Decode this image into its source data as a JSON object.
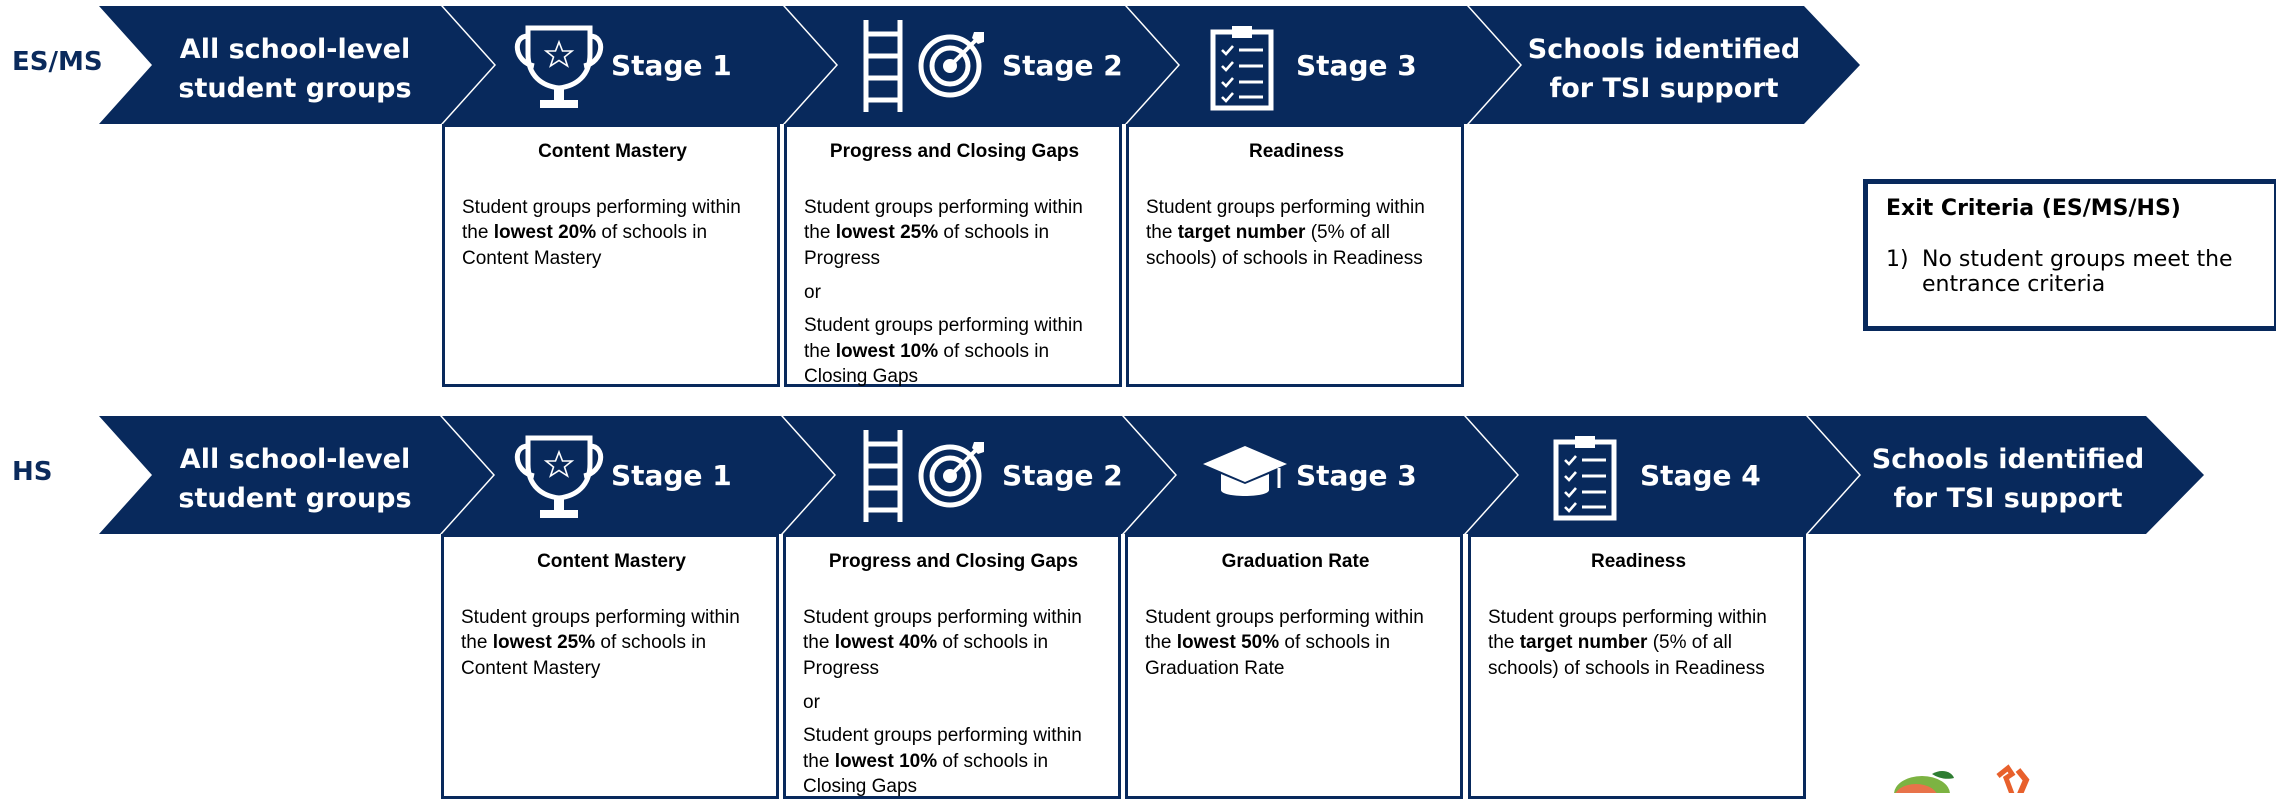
{
  "rows": [
    {
      "label": "ES/MS",
      "chevrons": [
        "All school-level\nstudent groups",
        "Stage 1",
        "Stage 2",
        "Stage 3",
        "Schools identified\nfor TSI support"
      ],
      "boxes": [
        {
          "title": "Content Mastery",
          "blocks": [
            [
              {
                "t": "Student groups performing within the "
              },
              {
                "t": "lowest 20%",
                "b": true
              },
              {
                "t": " of schools in Content Mastery"
              }
            ]
          ]
        },
        {
          "title": "Progress and Closing Gaps",
          "blocks": [
            [
              {
                "t": "Student groups performing within the "
              },
              {
                "t": "lowest 25%",
                "b": true
              },
              {
                "t": " of schools in Progress"
              }
            ],
            [
              {
                "t": "or"
              }
            ],
            [
              {
                "t": "Student groups performing within the "
              },
              {
                "t": "lowest 10%",
                "b": true
              },
              {
                "t": " of schools in Closing Gaps"
              }
            ]
          ]
        },
        {
          "title": "Readiness",
          "blocks": [
            [
              {
                "t": "Student groups performing within the "
              },
              {
                "t": "target number",
                "b": true
              },
              {
                "t": " (5% of all schools) of schools in Readiness"
              }
            ]
          ]
        }
      ]
    },
    {
      "label": "HS",
      "chevrons": [
        "All school-level\nstudent groups",
        "Stage 1",
        "Stage 2",
        "Stage 3",
        "Stage 4",
        "Schools identified\nfor TSI support"
      ],
      "boxes": [
        {
          "title": "Content Mastery",
          "blocks": [
            [
              {
                "t": "Student groups performing within the "
              },
              {
                "t": "lowest 25%",
                "b": true
              },
              {
                "t": " of schools in Content Mastery"
              }
            ]
          ]
        },
        {
          "title": "Progress and Closing Gaps",
          "blocks": [
            [
              {
                "t": "Student groups performing within the "
              },
              {
                "t": "lowest 40%",
                "b": true
              },
              {
                "t": " of schools in Progress"
              }
            ],
            [
              {
                "t": "or"
              }
            ],
            [
              {
                "t": "Student groups performing within the "
              },
              {
                "t": "lowest 10%",
                "b": true
              },
              {
                "t": " of schools in Closing Gaps"
              }
            ]
          ]
        },
        {
          "title": "Graduation Rate",
          "blocks": [
            [
              {
                "t": "Student groups performing within the "
              },
              {
                "t": "lowest 50%",
                "b": true
              },
              {
                "t": " of schools in Graduation Rate"
              }
            ]
          ]
        },
        {
          "title": "Readiness",
          "blocks": [
            [
              {
                "t": "Student groups performing within the "
              },
              {
                "t": "target number",
                "b": true
              },
              {
                "t": " (5% of all schools) of schools in Readiness"
              }
            ]
          ]
        }
      ]
    }
  ],
  "icons": {
    "esms": [
      "",
      "trophy-icon",
      "ladder-target-icon",
      "clipboard-checklist-icon",
      ""
    ],
    "hs": [
      "",
      "trophy-icon",
      "ladder-target-icon",
      "graduation-cap-icon",
      "clipboard-checklist-icon",
      ""
    ]
  },
  "exit": {
    "title": "Exit Criteria (ES/MS/HS)",
    "items": [
      {
        "num": "1)",
        "text": "No student groups meet the entrance criteria"
      }
    ]
  },
  "colors": {
    "navy": "#08295c",
    "white": "#ffffff"
  }
}
